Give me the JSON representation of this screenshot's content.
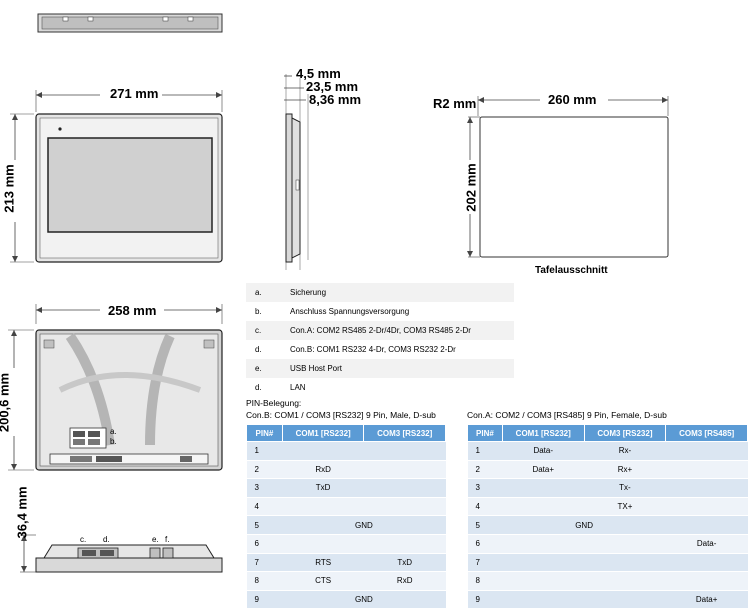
{
  "dimensions": {
    "top_width": "271 mm",
    "top_height": "213 mm",
    "side_a": "4,5 mm",
    "side_b": "23,5 mm",
    "side_c": "8,36 mm",
    "cutout_radius": "R2 mm",
    "cutout_width": "260 mm",
    "cutout_height": "202 mm",
    "cutout_caption": "Tafelausschnitt",
    "back_width": "258 mm",
    "back_height": "200,6 mm",
    "bottom_depth": "36,4 mm"
  },
  "connector_labels": {
    "a": "a.",
    "b": "b.",
    "c": "c.",
    "d": "d.",
    "e": "e.",
    "f": "f."
  },
  "legend": [
    {
      "key": "a.",
      "value": "Sicherung"
    },
    {
      "key": "b.",
      "value": "Anschluss Spannungsversorgung"
    },
    {
      "key": "c.",
      "value": "Con.A: COM2 RS485 2-Dr/4Dr, COM3 RS485 2-Dr"
    },
    {
      "key": "d.",
      "value": "Con.B: COM1 RS232 4-Dr, COM3 RS232 2-Dr"
    },
    {
      "key": "e.",
      "value": "USB Host Port"
    },
    {
      "key": "d.",
      "value": "LAN"
    }
  ],
  "pin_title": "PIN-Belegung:",
  "table_left": {
    "caption": "Con.B: COM1 / COM3 [RS232] 9 Pin, Male, D-sub",
    "headers": [
      "PIN#",
      "COM1 [RS232]",
      "COM3 [RS232]"
    ],
    "rows": [
      {
        "pin": "1",
        "c1": "",
        "c2": "",
        "span": ""
      },
      {
        "pin": "2",
        "c1": "RxD",
        "c2": "",
        "span": ""
      },
      {
        "pin": "3",
        "c1": "TxD",
        "c2": "",
        "span": ""
      },
      {
        "pin": "4",
        "c1": "",
        "c2": "",
        "span": ""
      },
      {
        "pin": "5",
        "c1": "",
        "c2": "",
        "span": "GND"
      },
      {
        "pin": "6",
        "c1": "",
        "c2": "",
        "span": ""
      },
      {
        "pin": "7",
        "c1": "RTS",
        "c2": "TxD",
        "span": ""
      },
      {
        "pin": "8",
        "c1": "CTS",
        "c2": "RxD",
        "span": ""
      },
      {
        "pin": "9",
        "c1": "",
        "c2": "",
        "span": "GND"
      }
    ]
  },
  "table_right": {
    "caption": "Con.A: COM2 / COM3 [RS485] 9 Pin, Female, D-sub",
    "headers": [
      "PIN#",
      "COM1 [RS232]",
      "COM3 [RS232]",
      "COM3 [RS485]"
    ],
    "rows": [
      {
        "pin": "1",
        "c1": "Data-",
        "c2": "Rx-",
        "c3": "",
        "span": ""
      },
      {
        "pin": "2",
        "c1": "Data+",
        "c2": "Rx+",
        "c3": "",
        "span": ""
      },
      {
        "pin": "3",
        "c1": "",
        "c2": "Tx-",
        "c3": "",
        "span": ""
      },
      {
        "pin": "4",
        "c1": "",
        "c2": "TX+",
        "c3": "",
        "span": ""
      },
      {
        "pin": "5",
        "c1": "",
        "c2": "",
        "c3": "",
        "span": "GND"
      },
      {
        "pin": "6",
        "c1": "",
        "c2": "",
        "c3": "Data-",
        "span": ""
      },
      {
        "pin": "7",
        "c1": "",
        "c2": "",
        "c3": "",
        "span": ""
      },
      {
        "pin": "8",
        "c1": "",
        "c2": "",
        "c3": "",
        "span": ""
      },
      {
        "pin": "9",
        "c1": "",
        "c2": "",
        "c3": "Data+",
        "span": ""
      }
    ]
  },
  "colors": {
    "table_header": "#5b9bd5",
    "row_odd": "#dbe6f2",
    "row_even": "#eef3f9",
    "legend_odd": "#f2f2f2"
  }
}
